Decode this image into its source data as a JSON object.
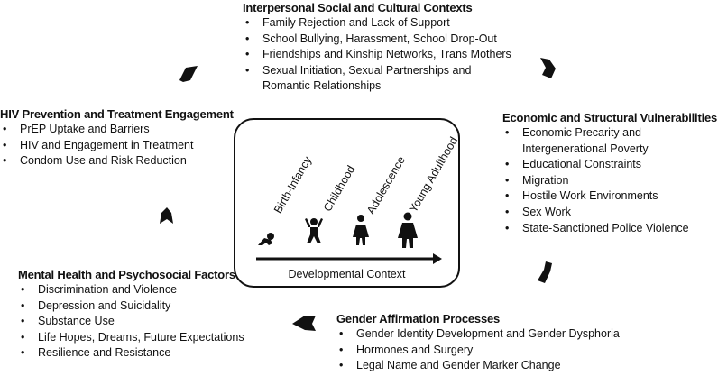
{
  "interpersonal": {
    "title": "Interpersonal Social and Cultural Contexts",
    "items": [
      "Family Rejection and Lack of Support",
      "School Bullying, Harassment, School Drop-Out",
      "Friendships and Kinship Networks, Trans Mothers",
      "Sexual Initiation, Sexual Partnerships and Romantic Relationships"
    ]
  },
  "economic": {
    "title": "Economic and Structural Vulnerabilities",
    "items": [
      "Economic Precarity and Intergenerational Poverty",
      "Educational Constraints",
      "Migration",
      "Hostile Work Environments",
      "Sex Work",
      "State-Sanctioned Police Violence"
    ]
  },
  "gender": {
    "title": "Gender Affirmation Processes",
    "items": [
      "Gender Identity Development and Gender Dysphoria",
      "Hormones and Surgery",
      "Legal Name and Gender Marker Change"
    ]
  },
  "mental": {
    "title": "Mental Health and Psychosocial Factors",
    "items": [
      "Discrimination and Violence",
      "Depression and Suicidality",
      "Substance Use",
      "Life Hopes, Dreams, Future Expectations",
      "Resilience and Resistance"
    ]
  },
  "hiv": {
    "title": "HIV Prevention and Treatment Engagement",
    "items": [
      "PrEP Uptake and Barriers",
      "HIV and Engagement in Treatment",
      "Condom Use and Risk Reduction"
    ]
  },
  "context": {
    "label": "Developmental Context",
    "stages": [
      "Birth-Infancy",
      "Childhood",
      "Adolescence",
      "Young Adulthood"
    ]
  },
  "icons": [
    "infant-icon",
    "child-icon",
    "adolescent-icon",
    "young-adult-icon",
    "cycle-arrow-icon"
  ],
  "colors": {
    "text": "#111111",
    "arrows": "#111111",
    "box_border": "#111111"
  }
}
